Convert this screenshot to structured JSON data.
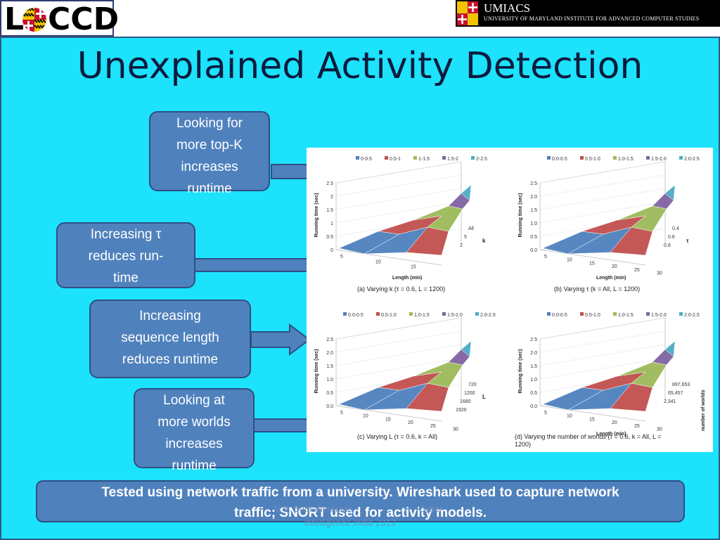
{
  "header": {
    "left_logo_text": "LCCD",
    "umiacs_title": "UMIACS",
    "umiacs_subtitle": "UNIVERSITY OF MARYLAND INSTITUTE FOR ADVANCED COMPUTER STUDIES"
  },
  "slide": {
    "title": "Unexplained Activity Detection",
    "callouts": [
      {
        "lines": [
          "Looking for",
          "more top-K",
          "increases",
          "runtime"
        ]
      },
      {
        "lines": [
          "Increasing τ",
          "reduces run-",
          "time"
        ]
      },
      {
        "lines": [
          "Increasing",
          "sequence length",
          "reduces runtime"
        ]
      },
      {
        "lines": [
          "Looking at",
          "more worlds",
          "increases",
          "runtime"
        ]
      }
    ],
    "footer_lines": [
      "Tested using network traffic from a university. Wireshark used to capture network",
      "traffic; SNORT used for activity models."
    ],
    "watermark": {
      "left": "V.S. Subrahmanian",
      "right": "Cyber",
      "bottom": "Intelligence India 2013"
    }
  },
  "colors": {
    "slide_background": "#1ce2fb",
    "callout_fill": "#4f81bd",
    "series": [
      "#4f81bd",
      "#c0504d",
      "#9bbb59",
      "#8064a2",
      "#4bacc6"
    ]
  },
  "chart_data": [
    {
      "type": "surface",
      "legend": [
        "0-0.5",
        "0.5-1",
        "1-1.5",
        "1.5-2",
        "2-2.5"
      ],
      "ylabel": "Running time (sec)",
      "xlabel": "Length (min)",
      "yticks": [
        "0",
        "0.5",
        "1",
        "1.5",
        "2",
        "2.5"
      ],
      "xticks": [
        "5",
        "10",
        "15"
      ],
      "zticks": [
        "All",
        "5",
        "2"
      ],
      "zlabel": "k",
      "caption": "(a) Varying k (τ = 0.6, L = 1200)"
    },
    {
      "type": "surface",
      "legend": [
        "0.0-0.5",
        "0.5-1.0",
        "1.0-1.5",
        "1.5-2.0",
        "2.0-2.5"
      ],
      "ylabel": "Running time (sec)",
      "xlabel": "Length (min)",
      "yticks": [
        "0.0",
        "0.5",
        "1.0",
        "1.5",
        "2.0",
        "2.5"
      ],
      "xticks": [
        "5",
        "10",
        "15",
        "20",
        "25",
        "30"
      ],
      "zticks": [
        "0.4",
        "0.6",
        "0.8"
      ],
      "zlabel": "τ",
      "caption": "(b) Varying τ (k = All, L = 1200)"
    },
    {
      "type": "surface",
      "legend": [
        "0.0-0.5",
        "0.5-1.0",
        "1.0-1.5",
        "1.5-2.0",
        "2.0-2.5"
      ],
      "ylabel": "Running time (sec)",
      "xlabel": "",
      "yticks": [
        "0.0",
        "0.5",
        "1.0",
        "1.5",
        "2.0",
        "2.5"
      ],
      "xticks": [
        "5",
        "10",
        "15",
        "20",
        "25",
        "30"
      ],
      "zticks": [
        "720",
        "1200",
        "1680",
        "1920"
      ],
      "zlabel": "L",
      "caption": "(c) Varying L (τ = 0.6, k = All)"
    },
    {
      "type": "surface",
      "legend": [
        "0.0-0.5",
        "0.5-1.0",
        "1.0-1.5",
        "1.5-2.0",
        "2.0-2.5"
      ],
      "ylabel": "Running time (sec)",
      "xlabel": "Length (min)",
      "yticks": [
        "0.0",
        "0.5",
        "1.0",
        "1.5",
        "2.0",
        "2.5"
      ],
      "xticks": [
        "5",
        "10",
        "15",
        "20",
        "25",
        "30"
      ],
      "zticks": [
        "897,653",
        "65,457",
        "2,341"
      ],
      "zlabel": "number of worlds",
      "caption_lines": [
        "(d) Varying the number of worlds (τ = 0.6, k = All, L =",
        "1200)"
      ]
    }
  ]
}
